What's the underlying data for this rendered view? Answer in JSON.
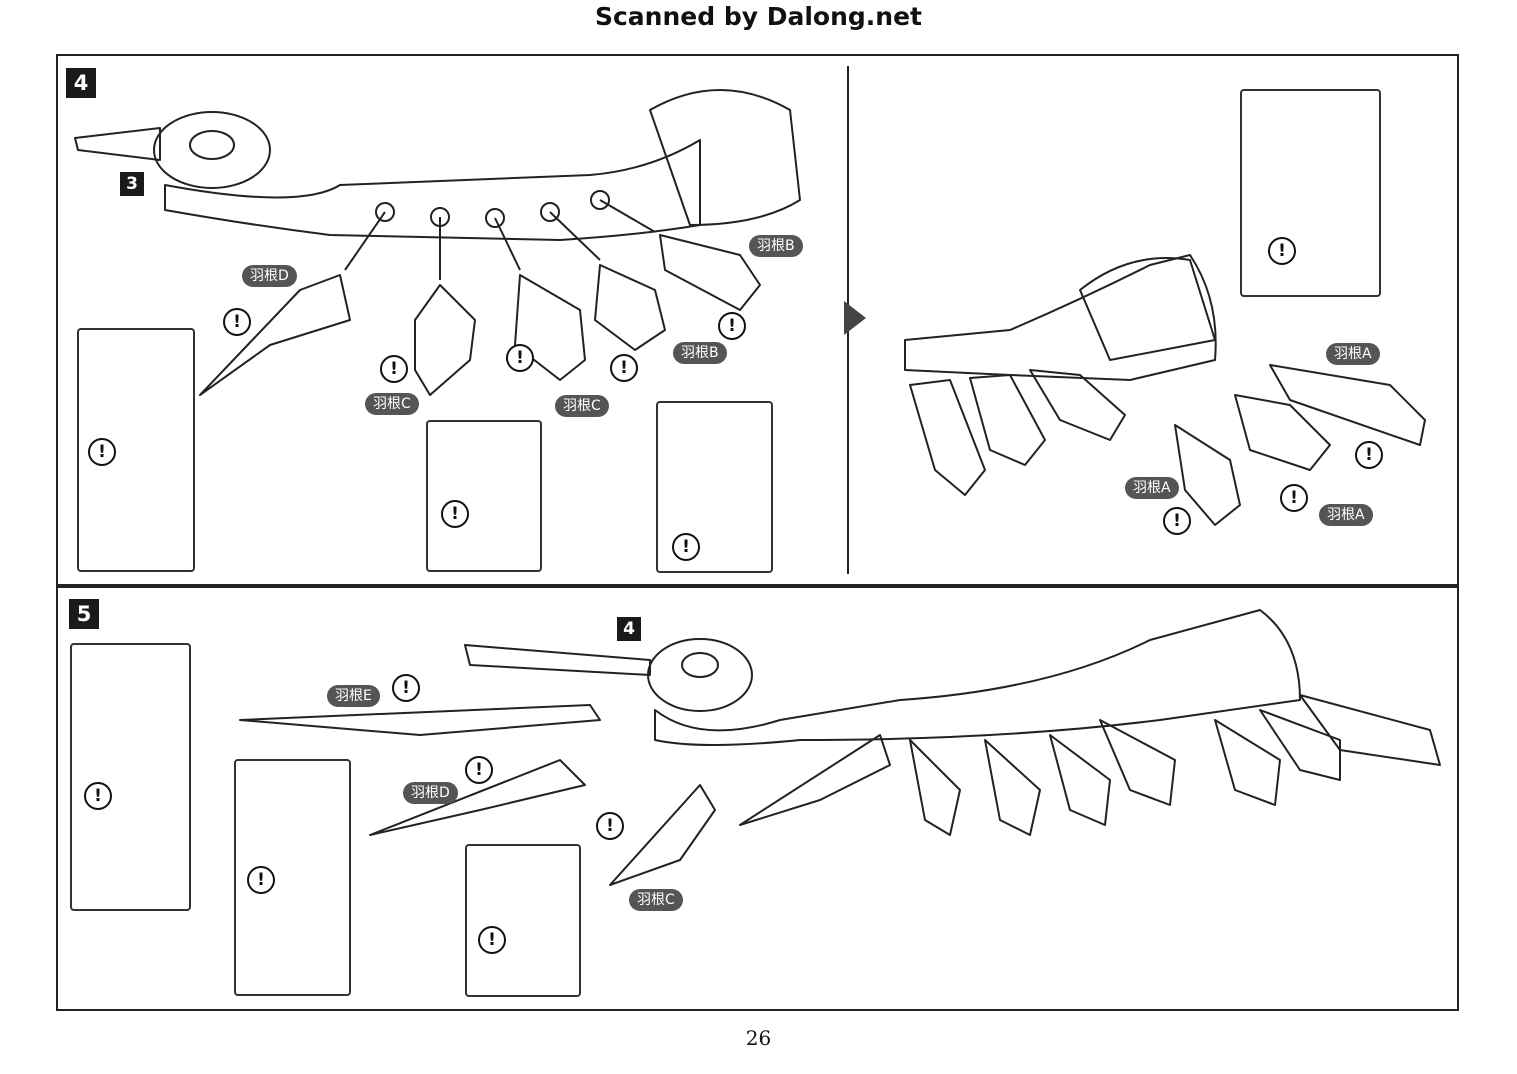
{
  "header": {
    "title": "Scanned by Dalong.net"
  },
  "step4": {
    "number": "4",
    "ref": "3",
    "labels": {
      "feather_d": "羽根D",
      "feather_b_top": "羽根B",
      "feather_b_mid": "羽根B",
      "feather_c_left": "羽根C",
      "feather_c_right": "羽根C",
      "feather_a_top": "羽根A",
      "feather_a_left": "羽根A",
      "feather_a_right": "羽根A"
    },
    "warning_symbol": "!"
  },
  "step5": {
    "number": "5",
    "ref": "4",
    "labels": {
      "feather_e": "羽根E",
      "feather_d": "羽根D",
      "feather_c": "羽根C"
    },
    "warning_symbol": "!"
  },
  "footer": {
    "page_number": "26"
  },
  "icons": [
    "warning-icon",
    "arrow-right-icon"
  ]
}
